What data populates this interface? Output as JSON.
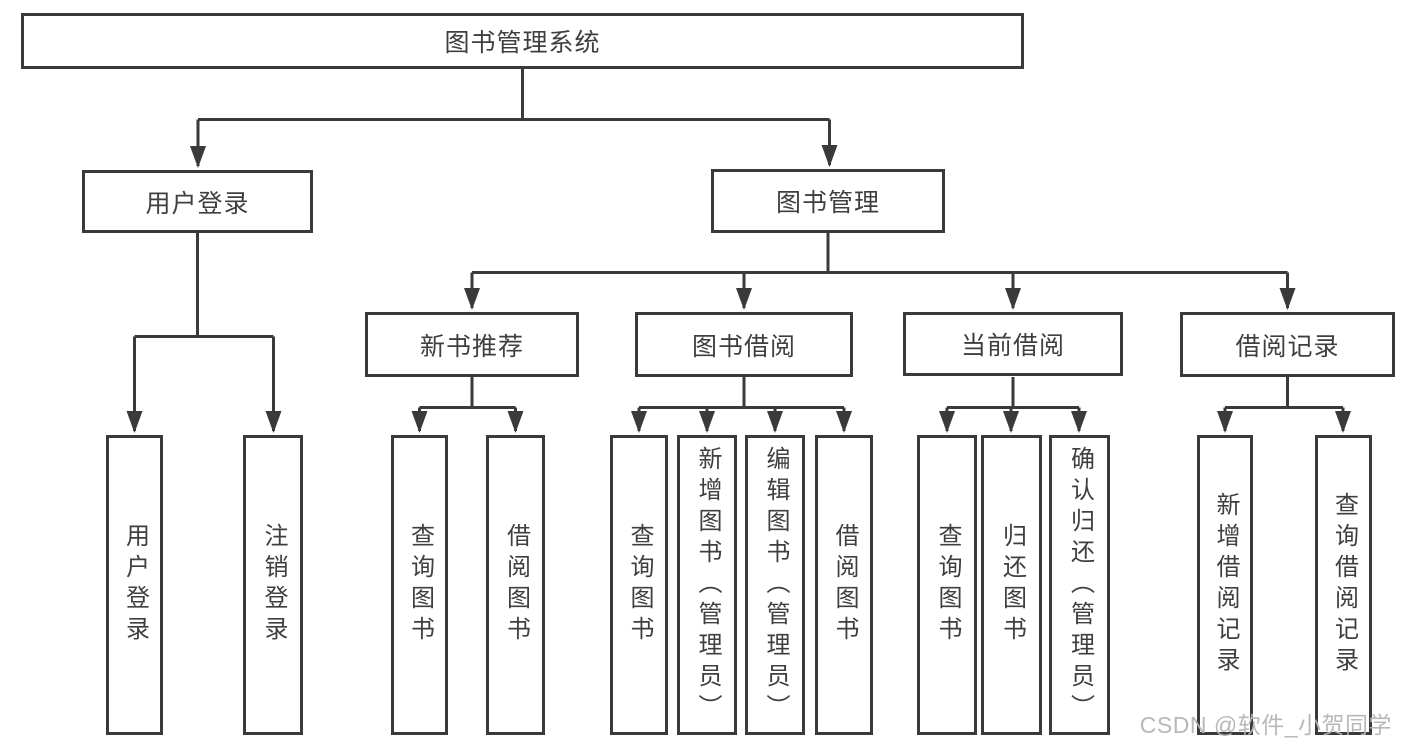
{
  "diagram": {
    "title": "图书管理系统",
    "colors": {
      "line": "#3a3a3a",
      "text": "#3f3f3f",
      "background": "#ffffff",
      "watermark": "#b5b5b5"
    },
    "watermark": "CSDN @软件_小贺同学",
    "nodes": {
      "root": "图书管理系统",
      "user_login": "用户登录",
      "book_mgmt": "图书管理",
      "new_book_rec": "新书推荐",
      "book_borrow": "图书借阅",
      "current_borrow": "当前借阅",
      "borrow_records": "借阅记录",
      "ul_user_login": "用户登录",
      "ul_logout": "注销登录",
      "nb_query_books": "查询图书",
      "nb_borrow_books": "借阅图书",
      "bb_query_books": "查询图书",
      "bb_add_books": "新增图书（管理员）",
      "bb_edit_books": "编辑图书（管理员）",
      "bb_borrow_books": "借阅图书",
      "cb_query_books": "查询图书",
      "cb_return_books": "归还图书",
      "cb_confirm_return": "确认归还（管理员）",
      "br_add_record": "新增借阅记录",
      "br_query_record": "查询借阅记录"
    },
    "hierarchy": {
      "图书管理系统": {
        "用户登录": [
          "用户登录",
          "注销登录"
        ],
        "图书管理": {
          "新书推荐": [
            "查询图书",
            "借阅图书"
          ],
          "图书借阅": [
            "查询图书",
            "新增图书（管理员）",
            "编辑图书（管理员）",
            "借阅图书"
          ],
          "当前借阅": [
            "查询图书",
            "归还图书",
            "确认归还（管理员）"
          ],
          "借阅记录": [
            "新增借阅记录",
            "查询借阅记录"
          ]
        }
      }
    }
  }
}
